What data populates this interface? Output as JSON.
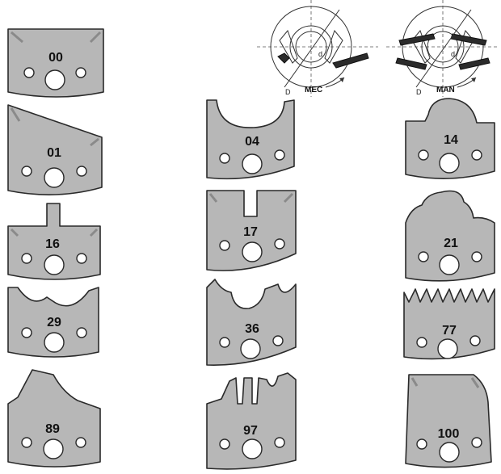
{
  "knives": [
    {
      "id": "k00",
      "label": "00"
    },
    {
      "id": "k01",
      "label": "01"
    },
    {
      "id": "k16",
      "label": "16"
    },
    {
      "id": "k29",
      "label": "29"
    },
    {
      "id": "k89",
      "label": "89"
    },
    {
      "id": "k04",
      "label": "04"
    },
    {
      "id": "k17",
      "label": "17"
    },
    {
      "id": "k36",
      "label": "36"
    },
    {
      "id": "k97",
      "label": "97"
    },
    {
      "id": "k14",
      "label": "14"
    },
    {
      "id": "k21",
      "label": "21"
    },
    {
      "id": "k77",
      "label": "77"
    },
    {
      "id": "k100",
      "label": "100"
    }
  ],
  "mounting": {
    "mec": {
      "label": "MEC",
      "d": "d",
      "D": "D"
    },
    "man": {
      "label": "MAN",
      "d": "d",
      "D": "D"
    }
  },
  "colors": {
    "body": "#b7b7b7",
    "outline": "#2a2a2a",
    "hole": "#ffffff"
  }
}
